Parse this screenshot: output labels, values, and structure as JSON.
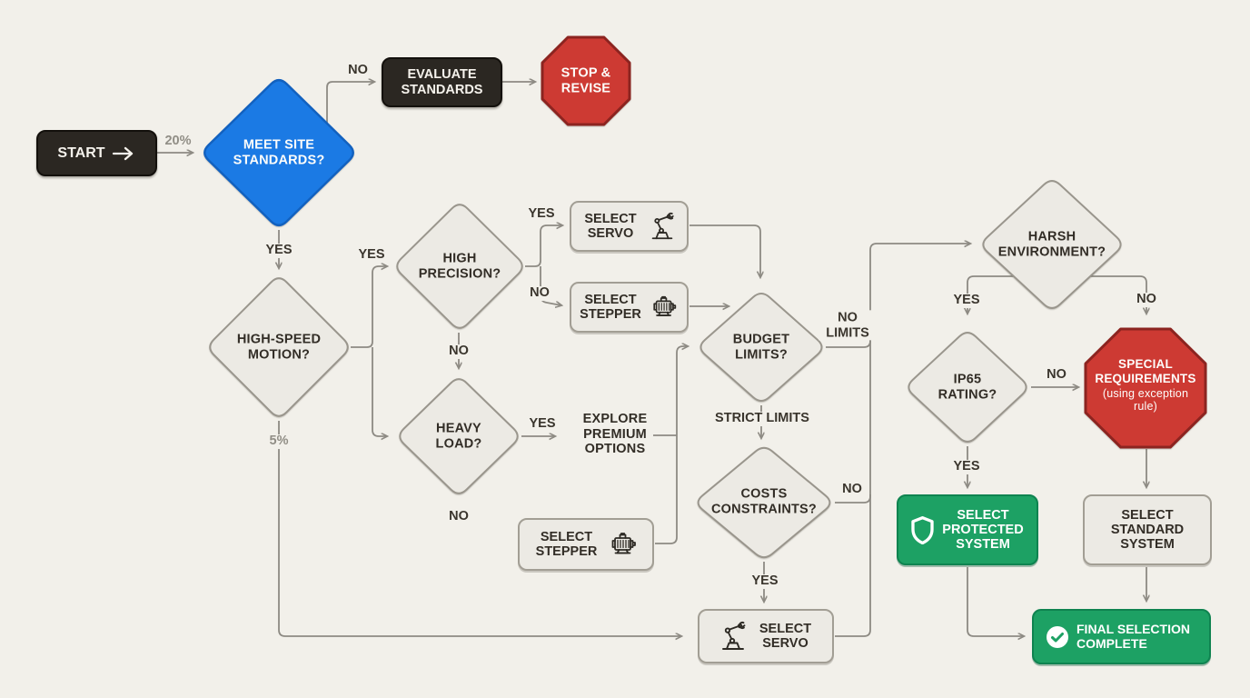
{
  "nodes": {
    "start": {
      "label": "START"
    },
    "meet_site": {
      "label": "MEET SITE STANDARDS?"
    },
    "evaluate": {
      "label": "EVALUATE STANDARDS"
    },
    "stop_revise": {
      "label": "STOP & REVISE"
    },
    "high_speed": {
      "label": "HIGH-SPEED MOTION?"
    },
    "high_precision": {
      "label": "HIGH PRECISION?"
    },
    "select_servo_top": {
      "label": "SELECT SERVO"
    },
    "select_stepper_top": {
      "label": "SELECT STEPPER"
    },
    "heavy_load": {
      "label": "HEAVY LOAD?"
    },
    "explore_premium": {
      "label": "EXPLORE PREMIUM OPTIONS"
    },
    "select_stepper_bottom": {
      "label": "SELECT STEPPER"
    },
    "budget_limits": {
      "label": "BUDGET LIMITS?"
    },
    "costs_constraints": {
      "label": "COSTS CONSTRAINTS?"
    },
    "select_servo_bottom": {
      "label": "SELECT SERVO"
    },
    "harsh_environment": {
      "label": "HARSH ENVIRONMENT?"
    },
    "ip65_rating": {
      "label": "IP65 RATING?"
    },
    "special_requirements": {
      "label": "SPECIAL REQUIREMENTS",
      "note": "(using exception rule)"
    },
    "select_protected": {
      "label": "SELECT PROTECTED SYSTEM"
    },
    "select_standard": {
      "label": "SELECT STANDARD SYSTEM"
    },
    "final_complete": {
      "label": "FINAL SELECTION COMPLETE"
    }
  },
  "edge_labels": {
    "start_pct": "20%",
    "meet_no": "NO",
    "meet_yes": "YES",
    "speed_yes": "YES",
    "speed_pct": "5%",
    "precision_yes": "YES",
    "precision_no_stepper": "NO",
    "precision_no_down": "NO",
    "heavy_yes": "YES",
    "heavy_no": "NO",
    "budget_no": "NO LIMITS",
    "budget_strict": "STRICT LIMITS",
    "costs_no": "NO",
    "costs_yes": "YES",
    "harsh_yes": "YES",
    "harsh_no": "NO",
    "ip65_no": "NO",
    "ip65_yes": "YES"
  },
  "icons": {
    "start_arrow": "right-arrow",
    "servo": "robot-arm",
    "stepper": "electric-motor",
    "protected": "shield",
    "final": "check-circle"
  },
  "colors": {
    "background": "#f2f0ea",
    "connector": "#8d8a83",
    "decision_blue": "#1b7ae4",
    "stop_red": "#cd3a33",
    "action_dark": "#2b2722",
    "node_gray": "#eceae4",
    "success_green": "#1da164"
  }
}
